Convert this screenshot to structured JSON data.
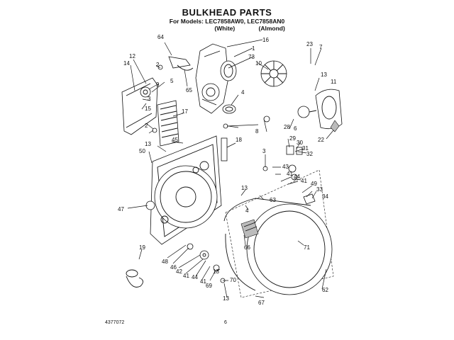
{
  "header": {
    "title": "BULKHEAD PARTS",
    "models_line": "For Models: LEC7858AW0, LEC7858AN0",
    "variant_white": "(White)",
    "variant_almond": "(Almond)"
  },
  "callouts": [
    "64",
    "16",
    "1",
    "73",
    "10",
    "23",
    "7",
    "12",
    "14",
    "2",
    "9",
    "5",
    "65",
    "4",
    "13",
    "11",
    "15",
    "3",
    "17",
    "28",
    "6",
    "8",
    "22",
    "2",
    "45",
    "18",
    "29",
    "30",
    "31",
    "32",
    "13",
    "50",
    "3",
    "43",
    "41",
    "44",
    "41",
    "49",
    "33",
    "34",
    "47",
    "63",
    "19",
    "48",
    "46",
    "42",
    "41",
    "44",
    "41",
    "69",
    "70",
    "13",
    "66",
    "71",
    "67",
    "62",
    "13",
    "13",
    "4"
  ],
  "footer": {
    "doc_number": "4377072",
    "page_number": "6"
  }
}
